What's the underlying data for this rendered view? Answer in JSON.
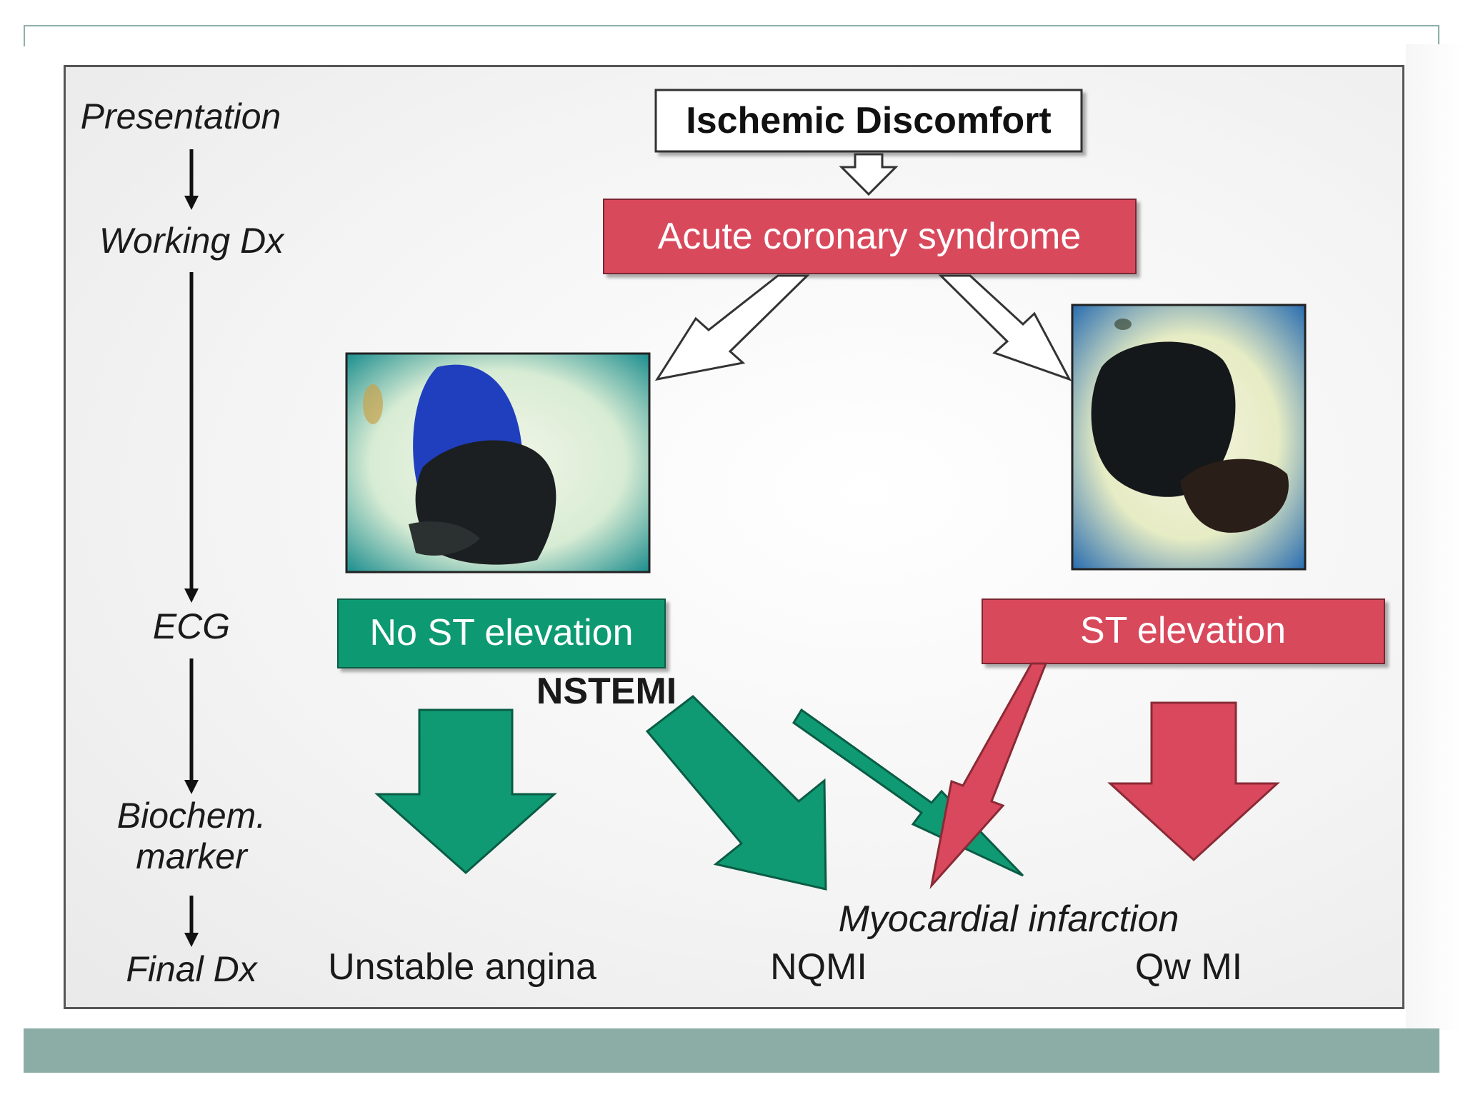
{
  "stages": {
    "presentation": "Presentation",
    "working_dx": "Working Dx",
    "ecg": "ECG",
    "biochem_line1": "Biochem.",
    "biochem_line2": "marker",
    "final_dx": "Final Dx"
  },
  "nodes": {
    "ischemic_discomfort": "Ischemic Discomfort",
    "acs": "Acute coronary syndrome",
    "no_st_elevation": "No ST elevation",
    "st_elevation": "ST elevation",
    "nstemi": "NSTEMI",
    "myocardial_infarction": "Myocardial infarction",
    "unstable_angina": "Unstable angina",
    "nqmi": "NQMI",
    "qw_mi": "Qw MI"
  },
  "colors": {
    "red": "#d9485c",
    "green": "#0f9a73",
    "slide_accent": "#8cada6"
  },
  "images": {
    "left": "angioscopy-thrombus-image",
    "right": "angioscopy-occlusive-thrombus-image"
  }
}
